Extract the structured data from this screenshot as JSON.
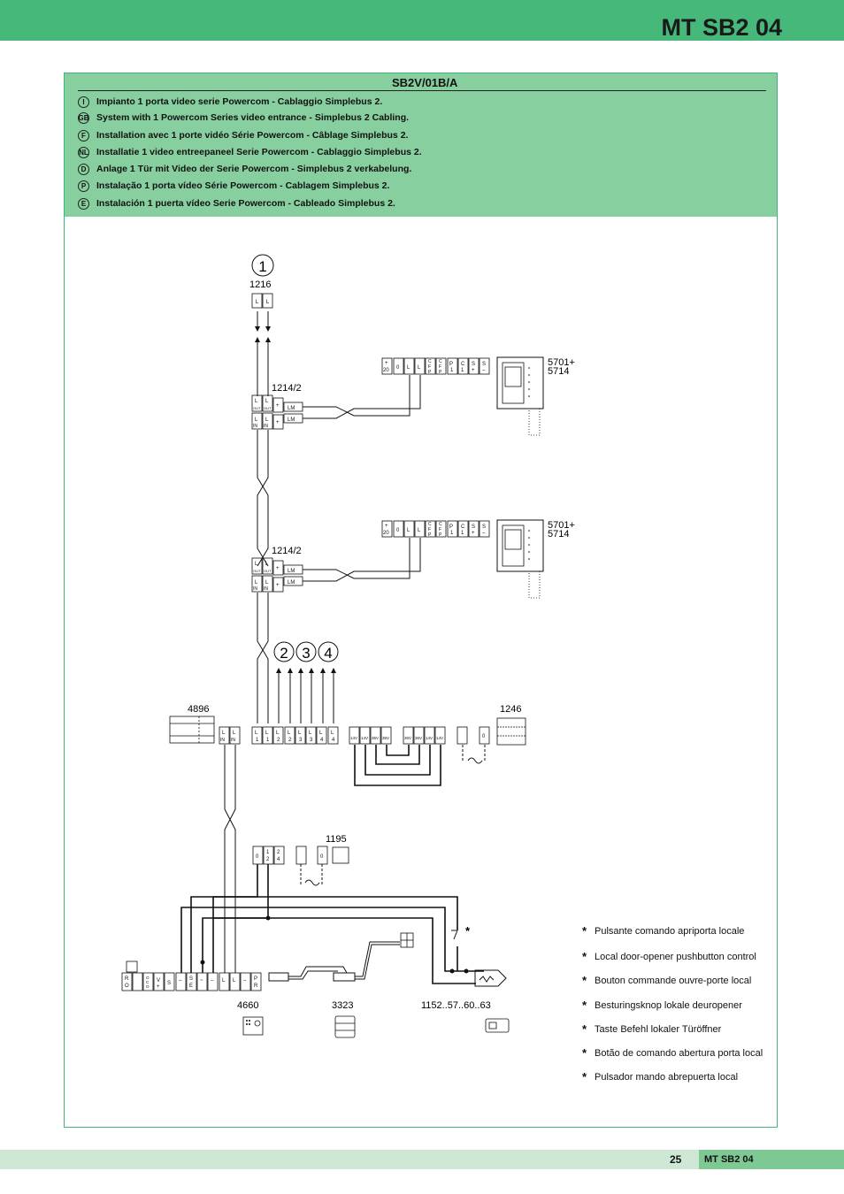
{
  "header": {
    "title": "MT SB2 04"
  },
  "panel": {
    "code": "SB2V/01B/A",
    "languages": [
      {
        "badge": "I",
        "text": "Impianto 1 porta video serie Powercom - Cablaggio Simplebus 2."
      },
      {
        "badge": "GB",
        "text": "System with 1 Powercom Series video entrance - Simplebus 2 Cabling."
      },
      {
        "badge": "F",
        "text": "Installation avec 1 porte vidéo Série Powercom - Câblage Simplebus 2."
      },
      {
        "badge": "NL",
        "text": "Installatie 1 video entreepaneel Serie Powercom - Cablaggio Simplebus 2."
      },
      {
        "badge": "D",
        "text": "Anlage 1 Tür mit Video der Serie Powercom - Simplebus 2 verkabelung."
      },
      {
        "badge": "P",
        "text": "Instalação 1 porta vídeo Série Powercom - Cablagem Simplebus 2."
      },
      {
        "badge": "E",
        "text": "Instalación 1 puerta vídeo Serie Powercom - Cableado Simplebus 2."
      }
    ]
  },
  "diagram": {
    "riser_numbers": [
      "1",
      "2",
      "3",
      "4"
    ],
    "labels": {
      "term_1216": "1216",
      "distributor_1": "1214/2",
      "distributor_2": "1214/2",
      "monitor_1_a": "5701+",
      "monitor_1_b": "5714",
      "monitor_2_a": "5701+",
      "monitor_2_b": "5714",
      "power_unit": "4896",
      "transformer": "1246",
      "transformer_small": "1195",
      "entrance_panel": "4660",
      "module": "3323",
      "lock": "1152..57..60..63"
    }
  },
  "notes": [
    "Pulsante comando apriporta locale",
    "Local door-opener pushbutton control",
    "Bouton commande ouvre-porte local",
    "Besturingsknop lokale deuropener",
    "Taste Befehl lokaler Türöffner",
    "Botão de comando abertura porta local",
    "Pulsador mando abrepuerta local"
  ],
  "footer": {
    "page": "25",
    "code": "MT SB2 04"
  },
  "colors": {
    "brand_green": "#46b97a",
    "panel_green": "#87cf9f",
    "footer_light": "#cfe8d5",
    "footer_dark": "#7ec893"
  }
}
